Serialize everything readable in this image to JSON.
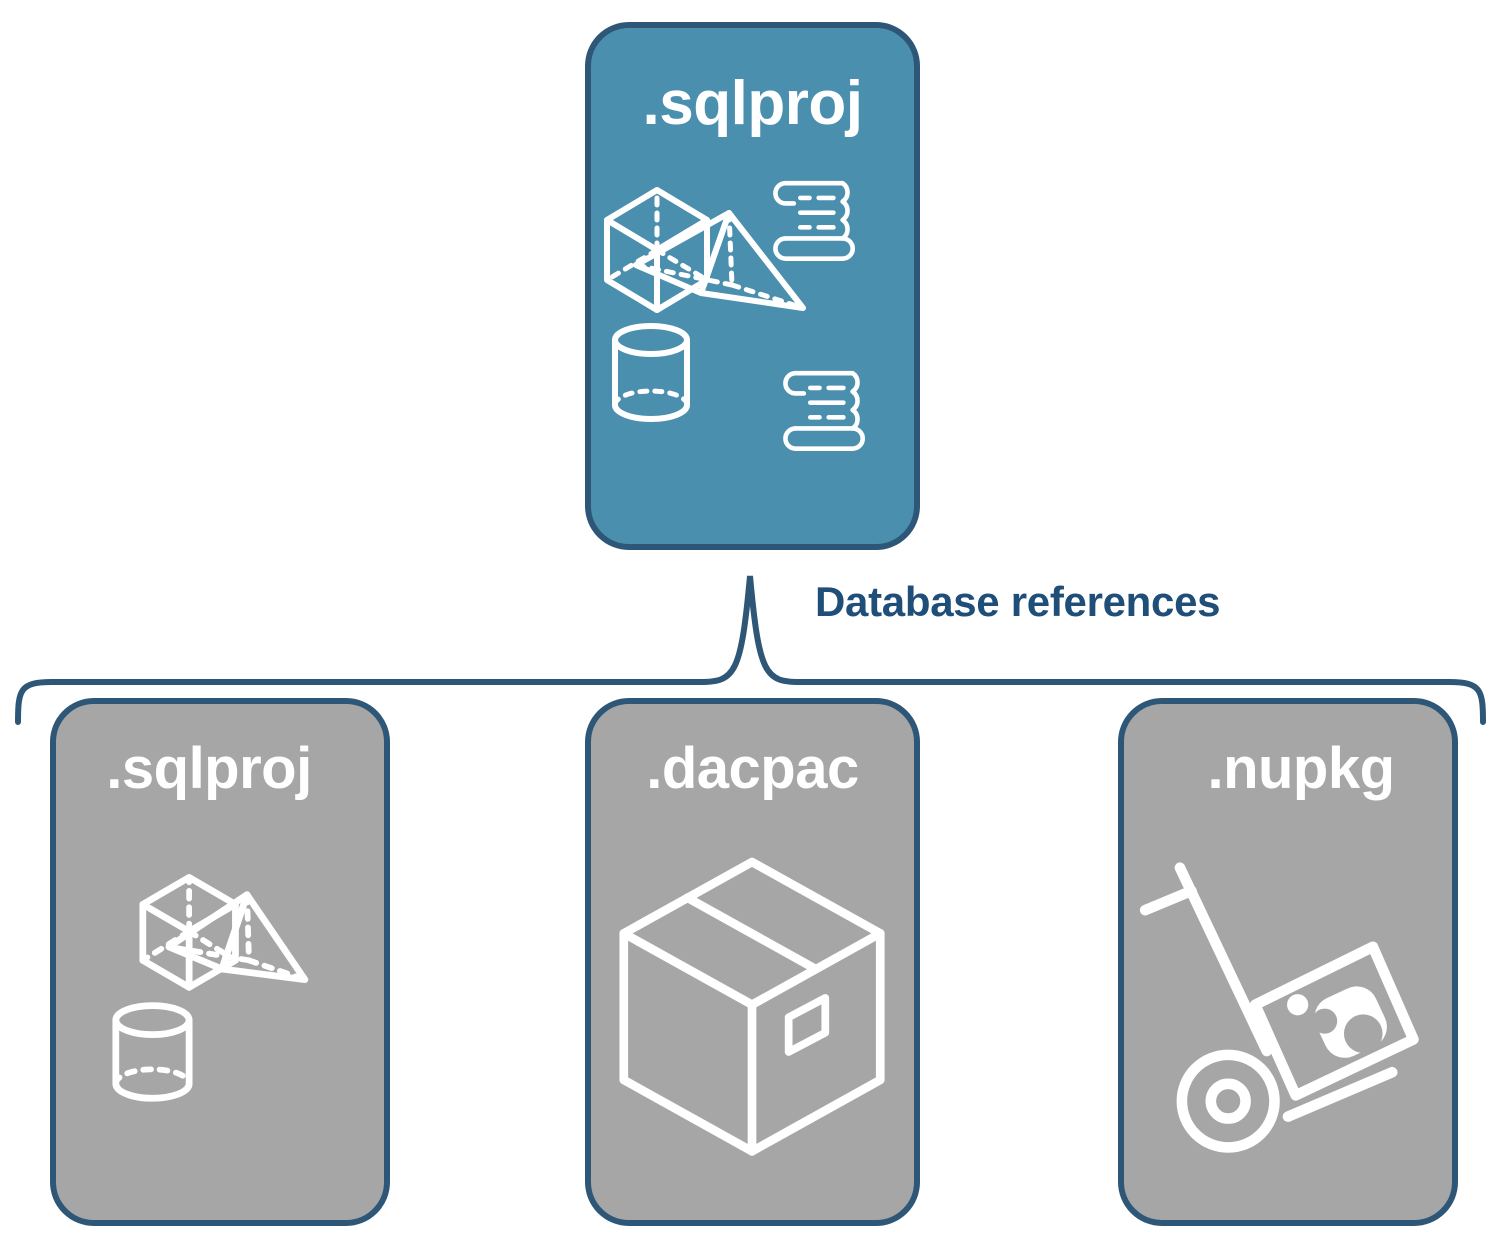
{
  "diagram": {
    "title": ".sqlproj database references",
    "background_color": "#ffffff",
    "border_color": "#2d5677",
    "root_fill": "#4b8fae",
    "leaf_fill": "#a6a6a6",
    "label_color": "#1f4e79",
    "icon_color": "#ffffff"
  },
  "root": {
    "label": ".sqlproj",
    "icons": [
      "cube-icon",
      "pyramid-icon",
      "cylinder-icon",
      "scroll-icon",
      "scroll-icon"
    ]
  },
  "connector": {
    "label": "Database references",
    "style": "curly-brace"
  },
  "leaves": [
    {
      "id": "sqlproj",
      "label": ".sqlproj",
      "icons": [
        "cube-icon",
        "pyramid-icon",
        "cylinder-icon"
      ]
    },
    {
      "id": "dacpac",
      "label": ".dacpac",
      "icons": [
        "shipping-box-icon"
      ]
    },
    {
      "id": "nupkg",
      "label": ".nupkg",
      "icons": [
        "hand-truck-icon",
        "nuget-package-icon"
      ]
    }
  ]
}
